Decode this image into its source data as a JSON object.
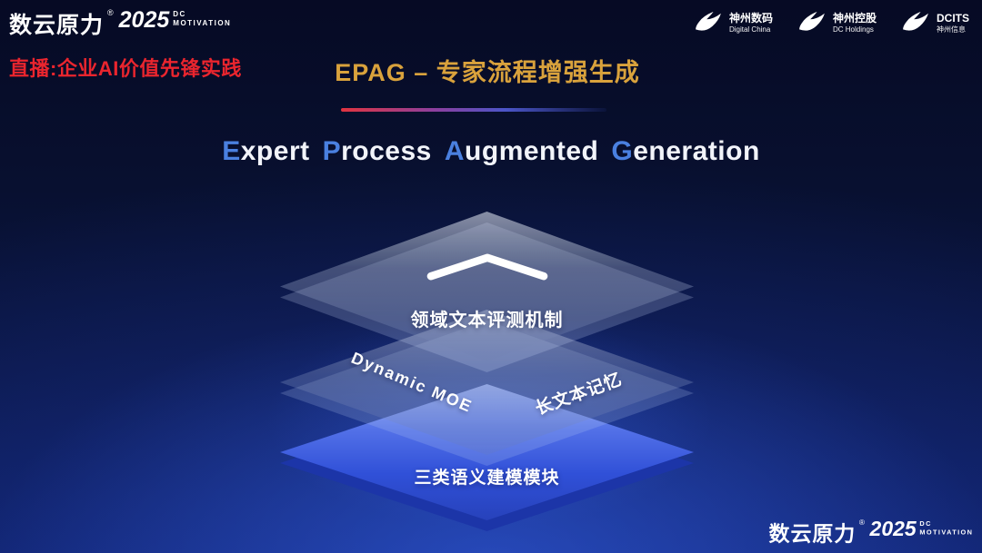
{
  "brand": {
    "cjk": "数云原力",
    "reg": "®",
    "year": "2025",
    "dc": "DC",
    "motivation": "MOTIVATION"
  },
  "header": {
    "live_label": "直播:企业AI价值先锋实践",
    "title": "EPAG – 专家流程增强生成"
  },
  "logos": [
    {
      "name": "神州数码",
      "sub": "Digital China"
    },
    {
      "name": "神州控股",
      "sub": "DC Holdings"
    },
    {
      "name": "DCITS",
      "sub": "神州信息"
    }
  ],
  "subtitle": {
    "words": [
      {
        "lead": "E",
        "rest": "xpert"
      },
      {
        "lead": "P",
        "rest": "rocess"
      },
      {
        "lead": "A",
        "rest": "ugmented"
      },
      {
        "lead": "G",
        "rest": "eneration"
      }
    ]
  },
  "diagram": {
    "top_layer": {
      "label": "领域文本评测机制"
    },
    "middle_layer": {
      "label_left": "Dynamic MOE",
      "label_right": "长文本记忆"
    },
    "bottom_layer": {
      "label": "三类语义建模模块"
    }
  },
  "colors": {
    "title_gold": "#d9a23c",
    "live_red": "#ea252e",
    "accent_blue": "#4a80e0",
    "layer_blue": "#3d5fe0",
    "background_navy": "#081030"
  }
}
